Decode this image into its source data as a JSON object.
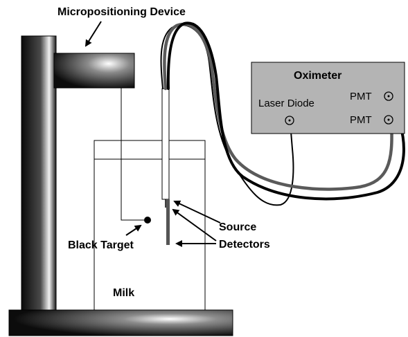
{
  "labels": {
    "device": "Micropositioning Device",
    "oximeter": "Oximeter",
    "laser": "Laser Diode",
    "pmt_top": "PMT",
    "pmt_bottom": "PMT",
    "source": "Source",
    "detectors": "Detectors",
    "target": "Black Target",
    "milk": "Milk"
  },
  "colors": {
    "oximeter_fill": "#b4b4b4",
    "stand_dark": "#141414",
    "stand_light": "#ffffff",
    "detector_fiber": "#555555",
    "ink": "#000000"
  }
}
